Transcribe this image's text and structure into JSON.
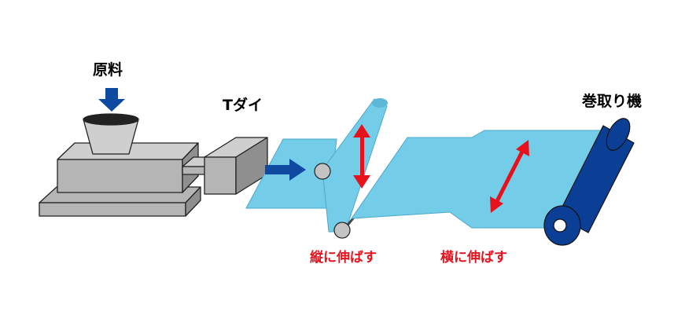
{
  "labels": {
    "raw_material": "原料",
    "t_die": "Tダイ",
    "winder": "巻取り機",
    "stretch_md": "縦に伸ばす",
    "stretch_td": "横に伸ばす"
  },
  "colors": {
    "machine_light": "#cfcfcf",
    "machine_mid": "#b5b5b5",
    "machine_dark": "#8f8f8f",
    "film": "#73cde8",
    "film_dark": "#5bb8d6",
    "roll_blue": "#0b3f96",
    "roll_gray": "#c3c3c3",
    "arrow_blue": "#0e4aa0",
    "arrow_red": "#e8101b",
    "text_red": "#e8101b",
    "outline": "#222222"
  },
  "icons": {
    "feed_arrow": "down-arrow-icon",
    "flow_arrow": "right-arrow-icon",
    "md_arrow": "vertical-double-arrow-icon",
    "td_arrow": "diagonal-double-arrow-icon"
  }
}
